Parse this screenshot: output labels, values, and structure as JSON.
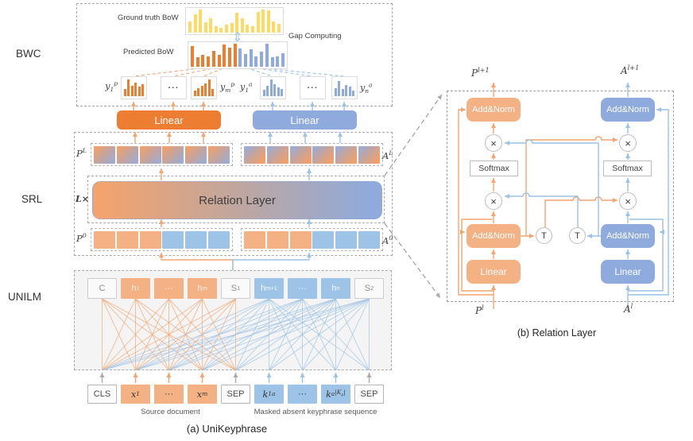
{
  "colors": {
    "strong_orange": "#ED7D31",
    "light_orange": "#F4B183",
    "blue": "#8FAADC",
    "light_blue": "#9DC3E6",
    "yellow": "#FFD966",
    "wire_orange": "#F2A571",
    "wire_blue": "#9CC2E5",
    "dash_gray": "#A9A9A9",
    "text_dark": "#404040"
  },
  "panel_a": {
    "caption": "(a) UniKeyphrase",
    "section_labels": {
      "bwc": "BWC",
      "srl": "SRL",
      "unilm": "UNILM"
    },
    "bwc": {
      "ground_truth_label": "Ground truth BoW",
      "predicted_label": "Predicted BoW",
      "gap_label": "Gap Computing",
      "gap_arrow": "⇕",
      "y_labels": {
        "yp1": "y<sub>1</sub><sup>p</sup>",
        "ypm": "y<sub>m</sub><sup>p</sup>",
        "ya1": "y<sub>1</sub><sup>a</sup>",
        "yan": "y<sub>n</sub><sup>a</sup>"
      },
      "dots": "···"
    },
    "linear_present_label": "Linear",
    "linear_absent_label": "Linear",
    "srl": {
      "pl": "P<sup>L</sup>",
      "al": "A<sup>L</sup>",
      "p0": "P<sup>0</sup>",
      "a0": "A<sup>0</sup>",
      "lx": "L×",
      "relation_layer_label": "Relation Layer",
      "pl_squares": [
        "grad-p",
        "grad-p",
        "grad-p",
        "grad-p",
        "grad-p",
        "grad-p"
      ],
      "al_squares": [
        "grad-a",
        "grad-a",
        "grad-a",
        "grad-a",
        "grad-a",
        "grad-a"
      ],
      "p0_squares": [
        "sq-o",
        "sq-o",
        "sq-o",
        "sq-b",
        "sq-b",
        "sq-b"
      ],
      "a0_squares": [
        "sq-o",
        "sq-o",
        "sq-o",
        "sq-b",
        "sq-b",
        "sq-b"
      ]
    },
    "unilm": {
      "top_tokens": [
        {
          "label": "C",
          "style": "special"
        },
        {
          "label": "h<sub>1</sub>",
          "style": "present"
        },
        {
          "label": "···",
          "style": "present"
        },
        {
          "label": "h<sub>m</sub>",
          "style": "present"
        },
        {
          "label": "S<sub>1</sub>",
          "style": "special"
        },
        {
          "label": "h<sub>m+1</sub>",
          "style": "absent"
        },
        {
          "label": "···",
          "style": "absent"
        },
        {
          "label": "h<sub>n</sub>",
          "style": "absent"
        },
        {
          "label": "S<sub>2</sub>",
          "style": "special"
        }
      ],
      "bottom_tokens": [
        {
          "label": "CLS",
          "style": "io-special",
          "math": false
        },
        {
          "label": "x<sub>1</sub>",
          "style": "io-present",
          "math": true
        },
        {
          "label": "···",
          "style": "io-present",
          "math": false
        },
        {
          "label": "x<sub>m</sub>",
          "style": "io-present",
          "math": true
        },
        {
          "label": "SEP",
          "style": "io-special",
          "math": false
        },
        {
          "label": "k<sub>1</sub><sup>a</sup>",
          "style": "io-absent",
          "math": true
        },
        {
          "label": "···",
          "style": "io-absent",
          "math": false
        },
        {
          "label": "k<sup>a</sup><sub>|K<sub>a</sub>|</sub>",
          "style": "io-absent",
          "math": true
        },
        {
          "label": "SEP",
          "style": "io-special",
          "math": false
        }
      ],
      "source_label": "Source document",
      "masked_label": "Masked absent keyphrase sequence"
    }
  },
  "panel_b": {
    "caption": "(b) Relation Layer",
    "labels": {
      "p_next": "P<sup>l+1</sup>",
      "a_next": "A<sup>l+1</sup>",
      "p_in": "P<sup>l</sup>",
      "a_in": "A<sup>l</sup>"
    },
    "boxes": {
      "add_norm": "Add&Norm",
      "linear": "Linear",
      "softmax": "Softmax",
      "multiply": "×",
      "transpose": "T"
    }
  },
  "chart_data": [
    {
      "id": "ground_truth_bow",
      "type": "bar",
      "title": "Ground truth BoW",
      "color": "#FFD966",
      "ylim": [
        0,
        1
      ],
      "values": [
        0.5,
        0.78,
        1.0,
        0.45,
        0.62,
        0.28,
        0.2,
        0.33,
        0.4,
        0.85,
        0.62,
        0.33,
        0.28,
        0.9,
        1.0,
        0.95,
        0.5,
        0.38
      ]
    },
    {
      "id": "predicted_bow",
      "type": "bar",
      "title": "Predicted BoW",
      "ylim": [
        0,
        1
      ],
      "series": [
        {
          "name": "present keyphrase BoW",
          "color": "#ED7D31",
          "values": [
            0.9,
            0.42,
            0.52,
            0.45,
            0.7,
            0.52,
            0.95,
            0.82,
            1.0
          ]
        },
        {
          "name": "absent keyphrase BoW",
          "color": "#8FAADC",
          "values": [
            0.8,
            0.55,
            0.75,
            0.45,
            0.65,
            1.0,
            0.4,
            0.45,
            0.6
          ]
        }
      ]
    },
    {
      "id": "y_p_first",
      "type": "bar",
      "color": "#ED7D31",
      "ylim": [
        0,
        1
      ],
      "values": [
        0.45,
        1.0,
        0.6,
        0.8,
        0.55,
        0.7
      ]
    },
    {
      "id": "y_p_last",
      "type": "bar",
      "color": "#ED7D31",
      "ylim": [
        0,
        1
      ],
      "values": [
        0.35,
        0.5,
        0.62,
        0.78,
        1.0,
        0.45
      ]
    },
    {
      "id": "y_a_first",
      "type": "bar",
      "color": "#8FAADC",
      "ylim": [
        0,
        1
      ],
      "values": [
        0.4,
        0.62,
        1.0,
        0.72,
        0.52,
        0.45
      ]
    },
    {
      "id": "y_a_last",
      "type": "bar",
      "color": "#8FAADC",
      "ylim": [
        0,
        1
      ],
      "values": [
        0.5,
        0.9,
        0.42,
        0.68,
        0.55,
        0.35
      ]
    }
  ]
}
